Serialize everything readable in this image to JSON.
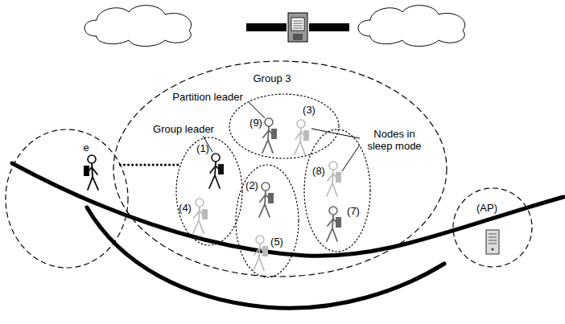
{
  "diagram": {
    "nodes": [
      {
        "text": [
          "e"
        ]
      },
      {
        "text": [
          "Group 3"
        ]
      },
      {
        "text": [
          "(9)",
          "(3)"
        ],
        "in": 1
      },
      {
        "text": [
          "(1)",
          "(4)"
        ],
        "in": 1
      },
      {
        "text": [
          "(2)",
          "(5)"
        ],
        "in": 1
      },
      {
        "text": [
          "(8)",
          "(7)"
        ],
        "in": 1
      },
      {
        "text": [
          "(AP)"
        ]
      }
    ],
    "edges": [
      {
        "from": 0,
        "to": 3,
        "arrow": "none"
      }
    ],
    "labels": [
      "Partition leader",
      "Group leader",
      "Nodes in sleep mode"
    ]
  }
}
